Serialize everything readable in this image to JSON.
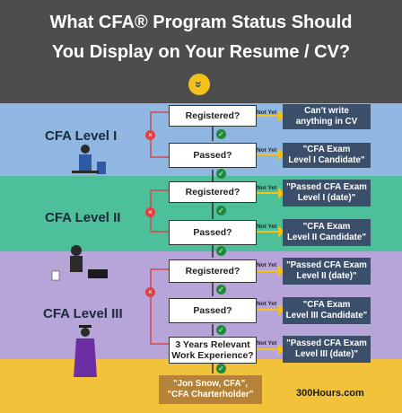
{
  "header": {
    "title_line1": "What CFA® Program Status Should",
    "title_line2": "You Display on Your Resume / CV?",
    "chevron_glyph": "»"
  },
  "levels": [
    {
      "name": "CFA Level I",
      "registered": "Registered?",
      "registered_result": [
        "Can't write",
        "anything in CV"
      ],
      "passed": "Passed?",
      "passed_result": [
        "\"CFA Exam",
        "Level I Candidate\""
      ]
    },
    {
      "name": "CFA Level II",
      "registered": "Registered?",
      "registered_result": [
        "\"Passed CFA Exam",
        "Level I (date)\""
      ],
      "passed": "Passed?",
      "passed_result": [
        "\"CFA Exam",
        "Level II Candidate\""
      ]
    },
    {
      "name": "CFA Level III",
      "registered": "Registered?",
      "registered_result": [
        "\"Passed CFA Exam",
        "Level II (date)\""
      ],
      "passed": "Passed?",
      "passed_result": [
        "\"CFA Exam",
        "Level III Candidate\""
      ],
      "experience": [
        "3 Years Relevant",
        "Work Experience?"
      ],
      "experience_result": [
        "\"Passed CFA Exam",
        "Level III (date)\""
      ]
    }
  ],
  "not_yet": "Not Yet",
  "final_result": [
    "\"Jon Snow, CFA\",",
    "\"CFA Charterholder\""
  ],
  "brand": "300Hours.com",
  "glyphs": {
    "check": "✓",
    "x": "×"
  },
  "colors": {
    "header": "#4d4d4d",
    "level1_band": "#8fb7e2",
    "level2_band": "#4dbf9a",
    "level3_band": "#b7a4d9",
    "final_band": "#f2c23a",
    "result_box": "#3b4e6a",
    "final_box": "#b5823a",
    "connector": "#d24a4a",
    "not_yet_arrow": "#f2c21b"
  }
}
